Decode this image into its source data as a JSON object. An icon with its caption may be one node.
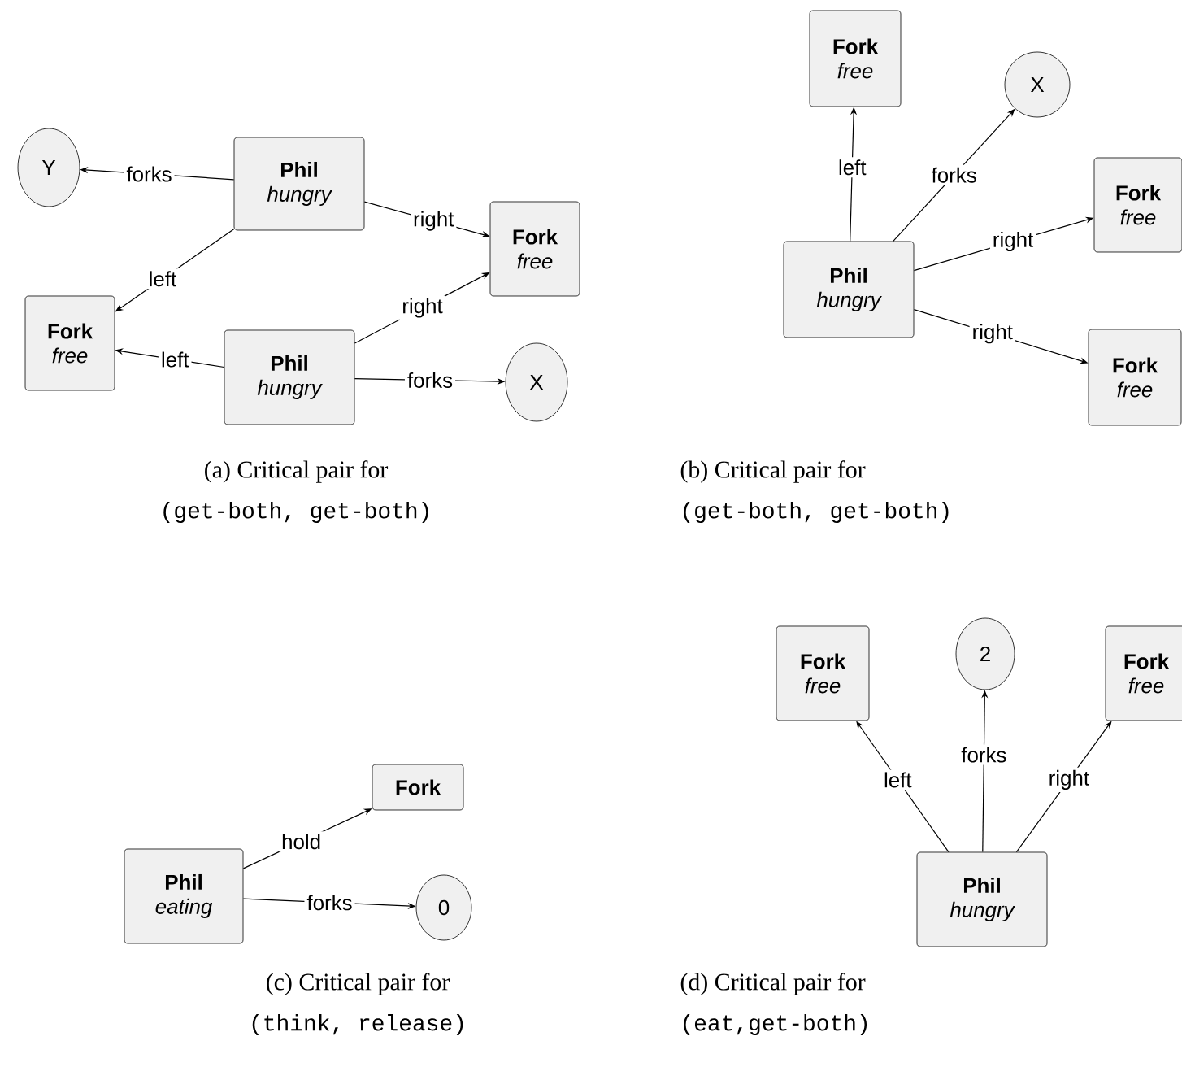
{
  "diagram": {
    "nodes": [
      {
        "text": [
          "Phil",
          "hungry"
        ]
      },
      {
        "text": [
          "Y"
        ]
      },
      {
        "text": [
          "Fork",
          "free"
        ]
      },
      {
        "text": [
          "Fork",
          "free"
        ]
      },
      {
        "text": [
          "Phil",
          "hungry"
        ]
      },
      {
        "text": [
          "X"
        ]
      },
      {
        "text": [
          "Fork",
          "free"
        ]
      },
      {
        "text": [
          "X"
        ]
      },
      {
        "text": [
          "Phil",
          "hungry"
        ]
      },
      {
        "text": [
          "Fork",
          "free"
        ]
      },
      {
        "text": [
          "Fork",
          "free"
        ]
      },
      {
        "text": [
          "Fork"
        ]
      },
      {
        "text": [
          "Phil",
          "eating"
        ]
      },
      {
        "text": [
          "0"
        ]
      },
      {
        "text": [
          "Fork",
          "free"
        ]
      },
      {
        "text": [
          "2"
        ]
      },
      {
        "text": [
          "Fork",
          "free"
        ]
      },
      {
        "text": [
          "Phil",
          "hungry"
        ]
      }
    ],
    "edges": [
      {
        "from": 0,
        "to": 1,
        "arrow": "to",
        "label": "forks"
      },
      {
        "from": 0,
        "to": 2,
        "arrow": "to",
        "label": "right"
      },
      {
        "from": 0,
        "to": 3,
        "arrow": "to",
        "label": "left"
      },
      {
        "from": 4,
        "to": 3,
        "arrow": "to",
        "label": "left"
      },
      {
        "from": 4,
        "to": 2,
        "arrow": "to",
        "label": "right"
      },
      {
        "from": 4,
        "to": 5,
        "arrow": "to",
        "label": "forks"
      },
      {
        "from": 8,
        "to": 6,
        "arrow": "to",
        "label": "left"
      },
      {
        "from": 8,
        "to": 7,
        "arrow": "to",
        "label": "forks"
      },
      {
        "from": 8,
        "to": 9,
        "arrow": "to",
        "label": "right"
      },
      {
        "from": 8,
        "to": 10,
        "arrow": "to",
        "label": "right"
      },
      {
        "from": 12,
        "to": 11,
        "arrow": "to",
        "label": "hold"
      },
      {
        "from": 12,
        "to": 13,
        "arrow": "to",
        "label": "forks"
      },
      {
        "from": 17,
        "to": 14,
        "arrow": "to",
        "label": "left"
      },
      {
        "from": 17,
        "to": 15,
        "arrow": "to",
        "label": "forks"
      },
      {
        "from": 17,
        "to": 16,
        "arrow": "to",
        "label": "right"
      }
    ],
    "labels": [
      "(a) Critical pair for",
      "(get-both, get-both)",
      "(b) Critical pair for",
      "(get-both, get-both)",
      "(c) Critical pair for",
      "(think, release)",
      "(d) Critical pair for",
      "(eat,get-both)"
    ]
  }
}
